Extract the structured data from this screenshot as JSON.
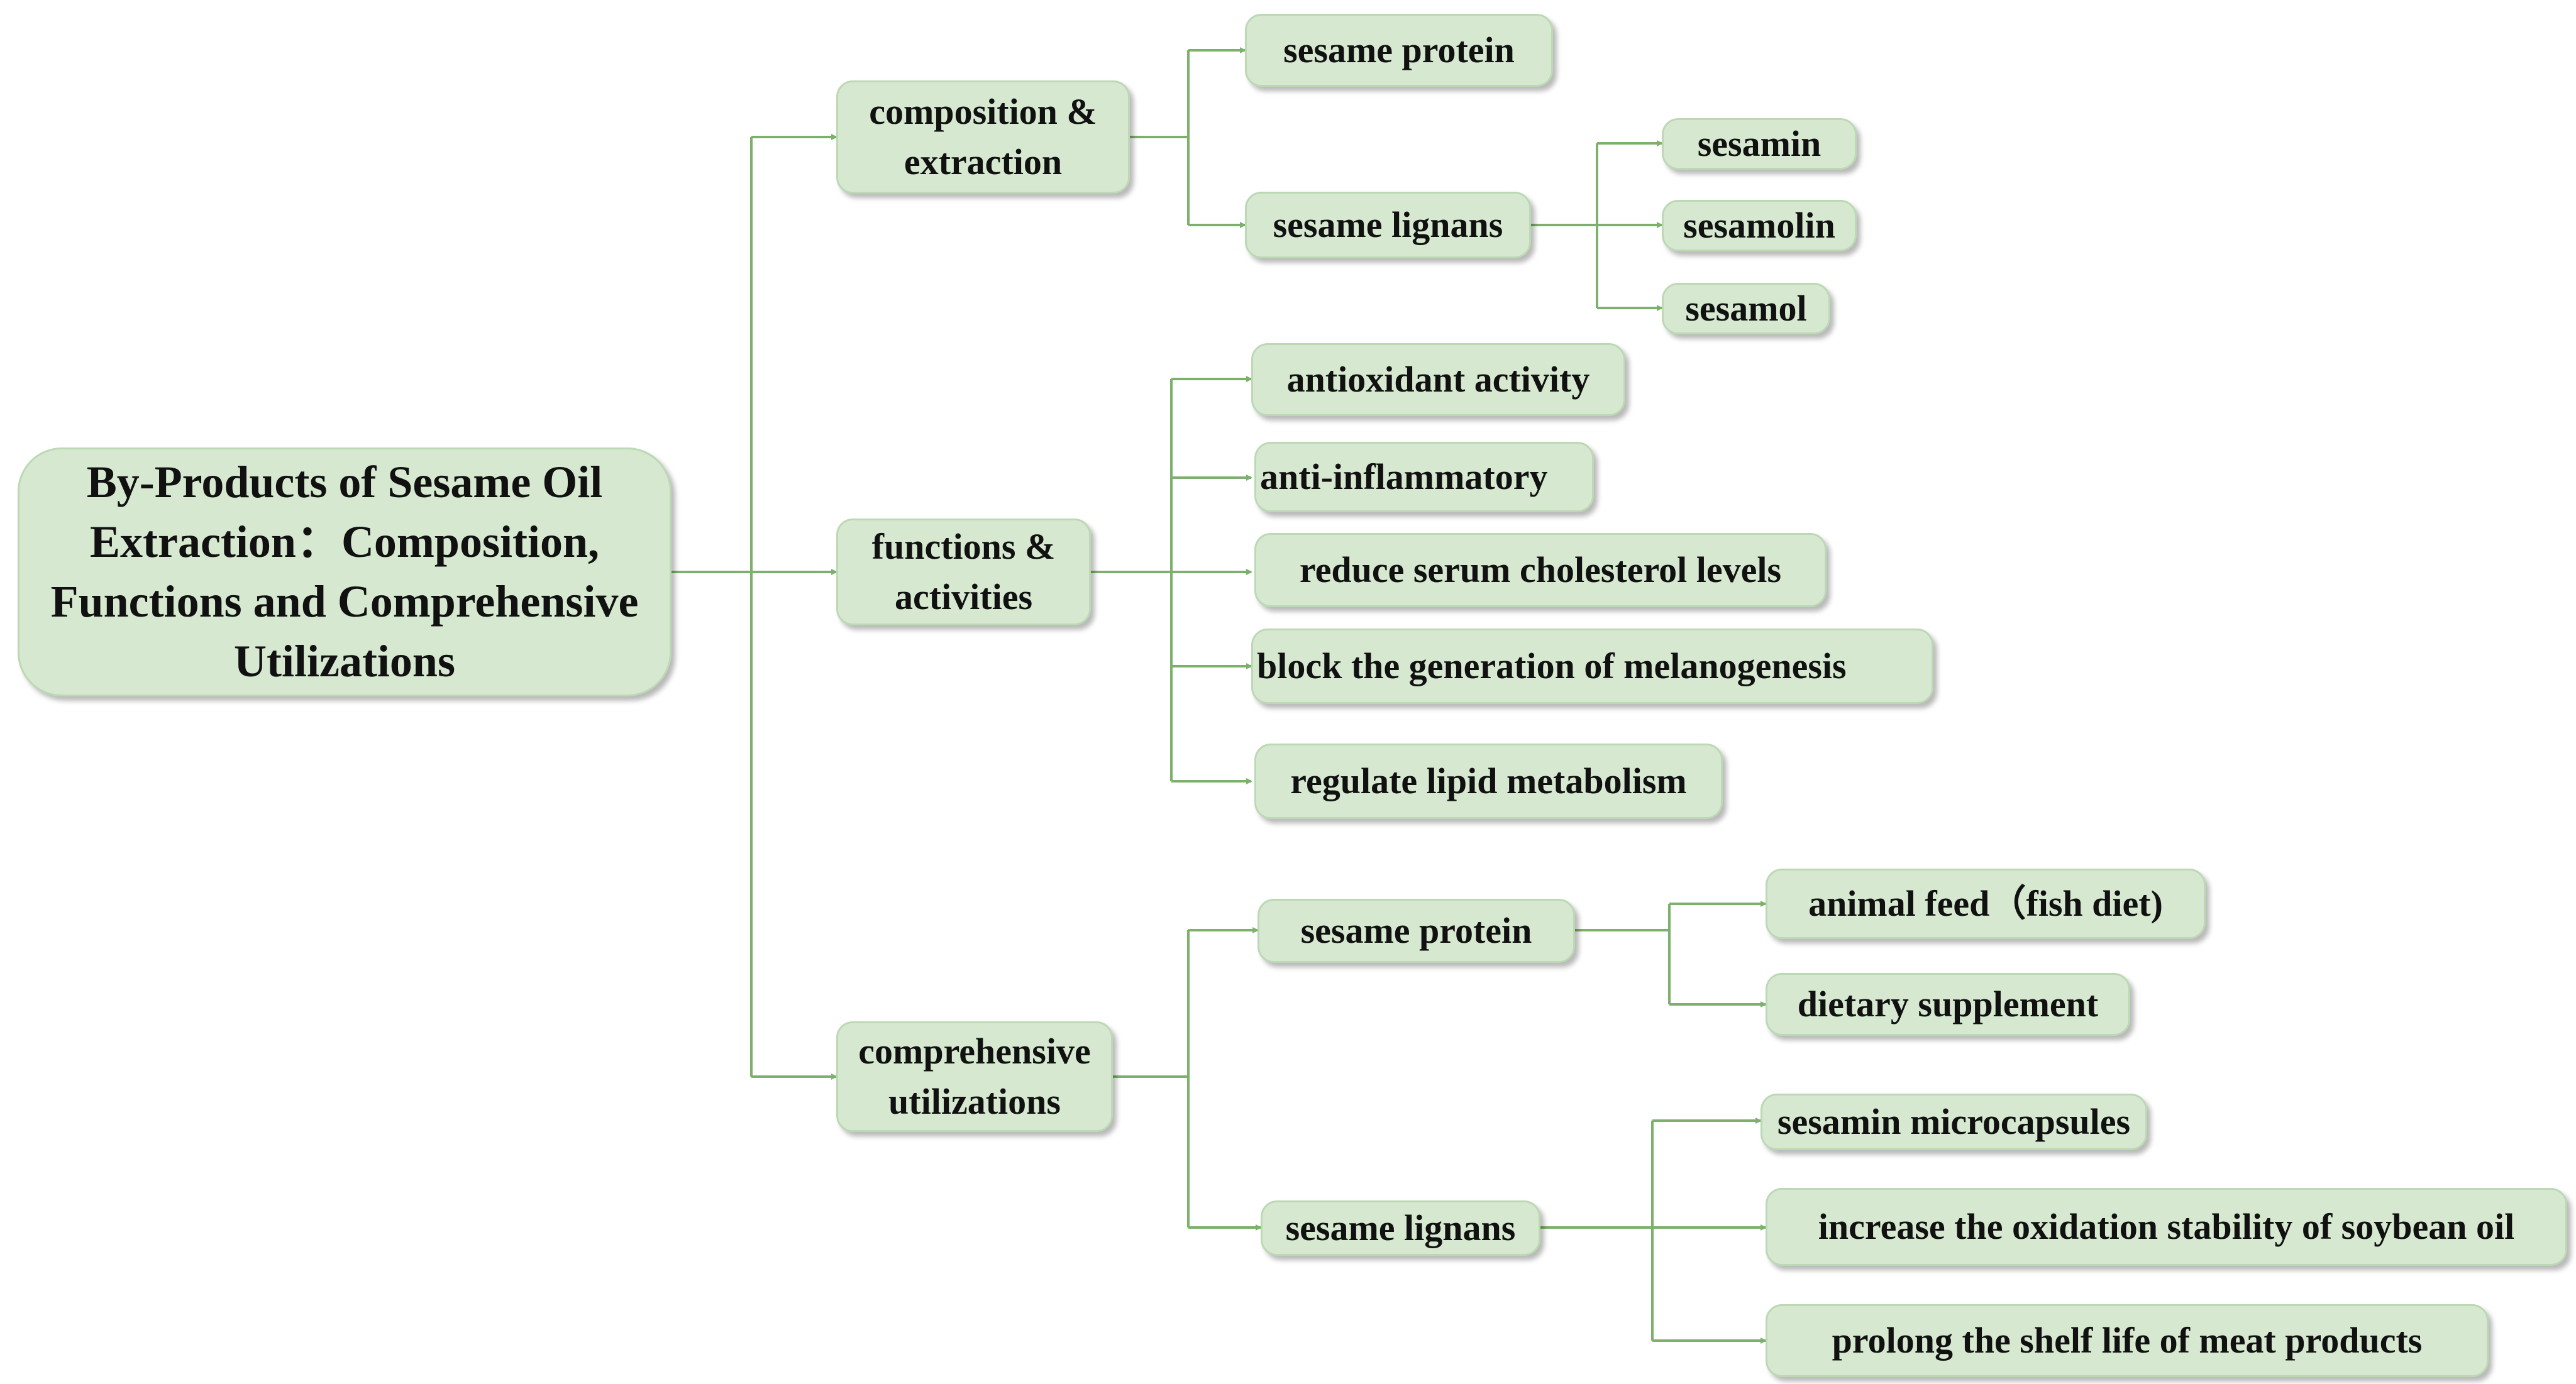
{
  "colors": {
    "node_fill": "#d6e9d0",
    "node_border": "#bcd8b4",
    "connector": "#7cb06c"
  },
  "root": {
    "label": "By-Products of Sesame Oil Extraction：Composition, Functions and Comprehensive Utilizations"
  },
  "composition": {
    "label": "composition & extraction",
    "protein": "sesame protein",
    "lignans": "sesame lignans",
    "sesamin": "sesamin",
    "sesamolin": "sesamolin",
    "sesamol": "sesamol"
  },
  "functions": {
    "label": "functions & activities",
    "items": [
      "antioxidant activity",
      "anti-inflammatory",
      "reduce serum cholesterol levels",
      "block the generation of melanogenesis",
      "regulate lipid metabolism"
    ]
  },
  "utilizations": {
    "label": "comprehensive utilizations",
    "protein": "sesame protein",
    "protein_uses": [
      "animal feed（fish diet)",
      "dietary supplement"
    ],
    "lignans": "sesame lignans",
    "lignans_uses": [
      "sesamin microcapsules",
      "increase the oxidation stability of soybean oil",
      "prolong the shelf life of meat products"
    ]
  }
}
